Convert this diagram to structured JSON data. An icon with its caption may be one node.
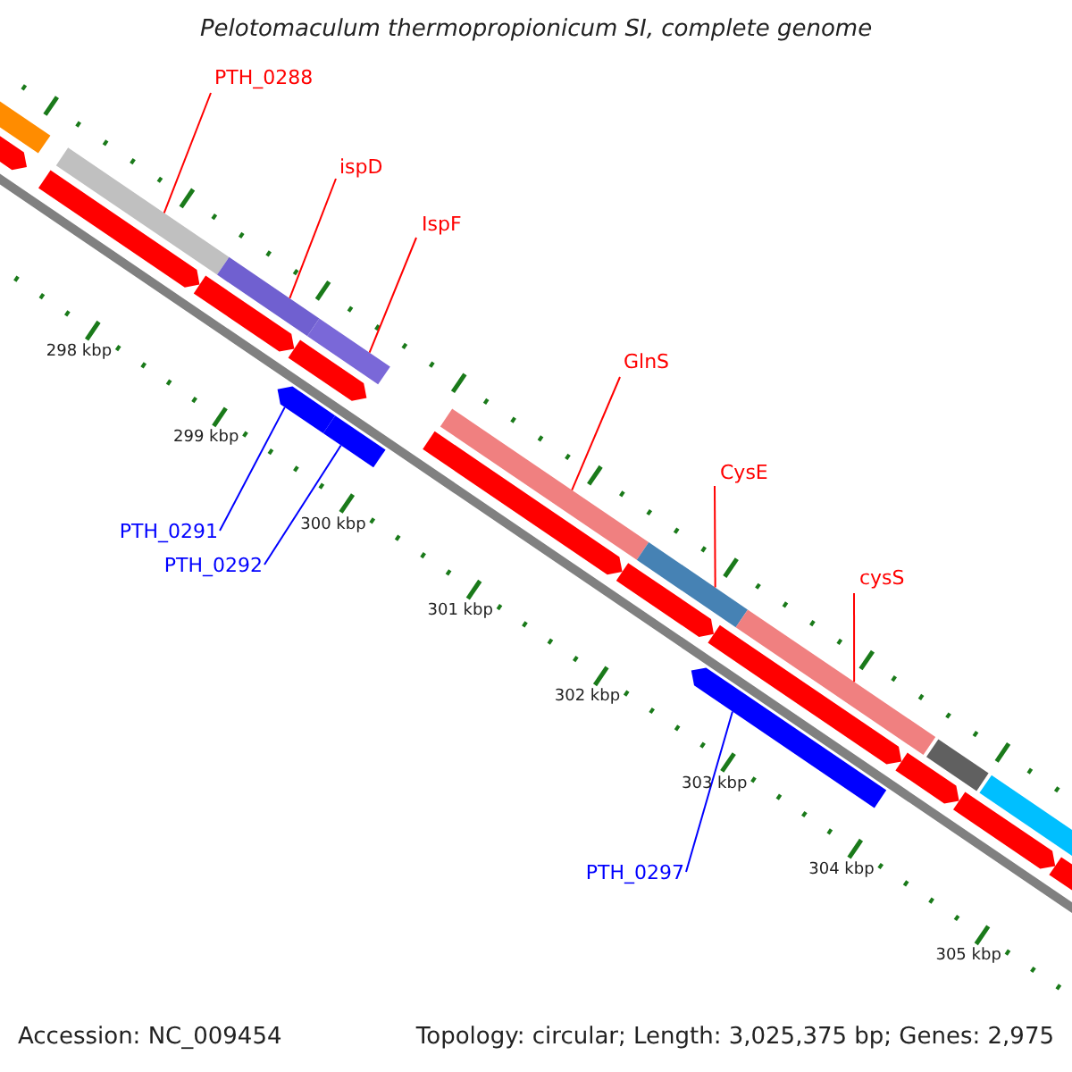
{
  "diagram": {
    "title": "Pelotomaculum thermopropionicum SI, complete genome",
    "nodes": [
      {
        "text": [
          "PTH_0288"
        ]
      },
      {
        "text": [],
        "shape": "bar"
      },
      {
        "text": [
          "ispD"
        ]
      },
      {
        "text": [],
        "shape": "bar"
      },
      {
        "text": [
          "IspF"
        ]
      },
      {
        "text": [],
        "shape": "bar"
      },
      {
        "text": [
          "PTH_0291"
        ]
      },
      {
        "text": [],
        "shape": "arrow"
      },
      {
        "text": [
          "PTH_0292"
        ]
      },
      {
        "text": [],
        "shape": "bar"
      },
      {
        "text": [
          "GlnS"
        ]
      },
      {
        "text": [],
        "shape": "bar"
      },
      {
        "text": [
          "CysE"
        ]
      },
      {
        "text": [],
        "shape": "bar"
      },
      {
        "text": [
          "cysS"
        ]
      },
      {
        "text": [],
        "shape": "bar"
      },
      {
        "text": [
          "PTH_0297"
        ]
      },
      {
        "text": [],
        "shape": "arrow"
      }
    ],
    "edges": [
      {
        "from": 0,
        "to": 1,
        "arrow": "none"
      },
      {
        "from": 2,
        "to": 3,
        "arrow": "none"
      },
      {
        "from": 4,
        "to": 5,
        "arrow": "none"
      },
      {
        "from": 6,
        "to": 7,
        "arrow": "none",
        "color": "#0000ff"
      },
      {
        "from": 8,
        "to": 9,
        "arrow": "none",
        "color": "#0000ff"
      },
      {
        "from": 10,
        "to": 11,
        "arrow": "none"
      },
      {
        "from": 12,
        "to": 13,
        "arrow": "none"
      },
      {
        "from": 14,
        "to": 15,
        "arrow": "none"
      },
      {
        "from": 16,
        "to": 17,
        "arrow": "none",
        "color": "#0000ff"
      }
    ],
    "labels": [
      "298 kbp",
      "299 kbp",
      "300 kbp",
      "301 kbp",
      "302 kbp",
      "303 kbp",
      "304 kbp",
      "305 kbp",
      "Accession: NC_009454",
      "Topology: circular; Length: 3,025,375 bp; Genes: 2,975"
    ]
  }
}
